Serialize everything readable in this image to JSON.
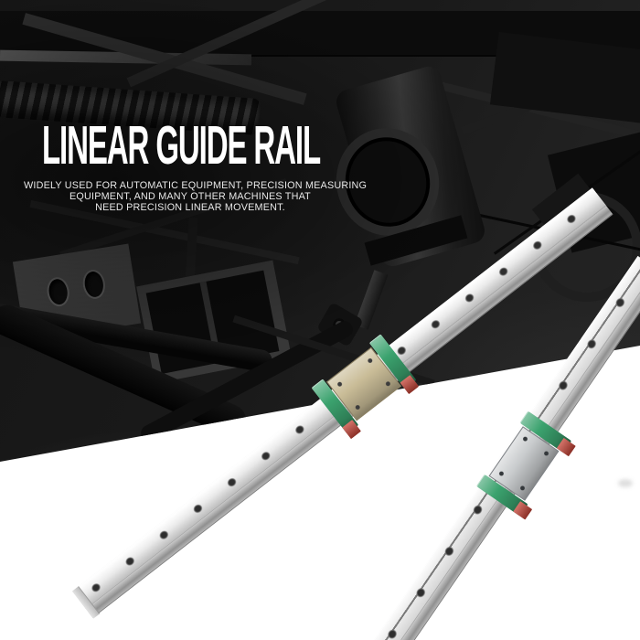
{
  "banner": {
    "title": "LINEAR GUIDE RAIL",
    "description_lines": [
      "WIDELY USED FOR AUTOMATIC EQUIPMENT, PRECISION MEASURING",
      "EQUIPMENT, AND MANY OTHER MACHINES THAT",
      "NEED PRECISION LINEAR MOVEMENT."
    ]
  },
  "product": {
    "name": "Linear Guide Rail",
    "items": [
      {
        "id": "long-rail-with-carriage",
        "description": "long diagonal mounting-hole rail with one slide carriage"
      },
      {
        "id": "short-rail-with-carriage",
        "description": "steep diagonal rail at right edge with one slide carriage"
      }
    ],
    "colors": {
      "rail_metal": "#e9eaeb",
      "carriage_body_brass": "#c9bc97",
      "carriage_body_steel": "#c3c6c8",
      "end_cap_green": "#3ba26e",
      "seal_red": "#c64437"
    }
  },
  "background": {
    "style": "darkened industrial machinery photograph",
    "base_color": "#1b1b1b"
  }
}
